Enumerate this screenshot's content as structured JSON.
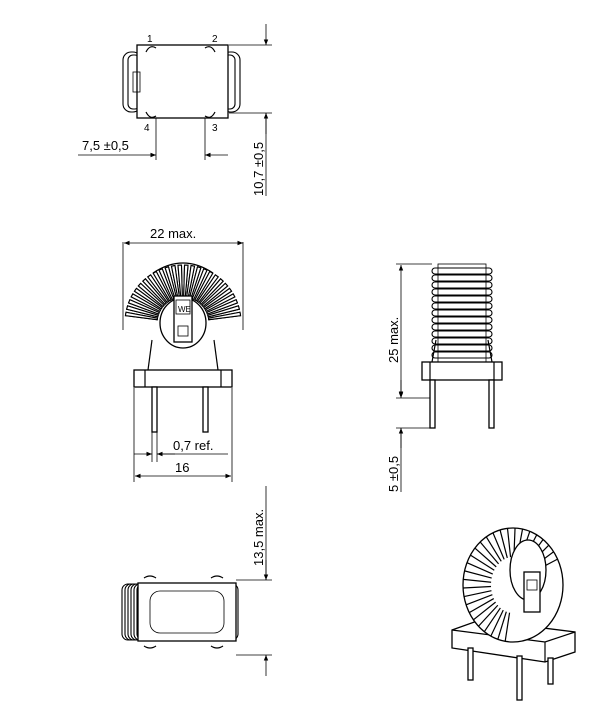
{
  "top_view": {
    "pin_labels": [
      "1",
      "2",
      "3",
      "4"
    ],
    "dim_pin_pitch": "7,5 ±0,5",
    "dim_height": "10,7 ±0,5"
  },
  "front_view": {
    "dim_width": "22 max.",
    "dim_pin_dia": "0,7 ref.",
    "dim_pin_span": "16",
    "marking": "WE"
  },
  "side_view": {
    "dim_height": "25 max.",
    "dim_pin_length": "5 ±0,5"
  },
  "bottom_view": {
    "dim_depth": "13,5 max."
  },
  "colors": {
    "line": "#000000",
    "background": "#ffffff"
  },
  "icons": [
    "toroid-choke-3d-icon"
  ]
}
